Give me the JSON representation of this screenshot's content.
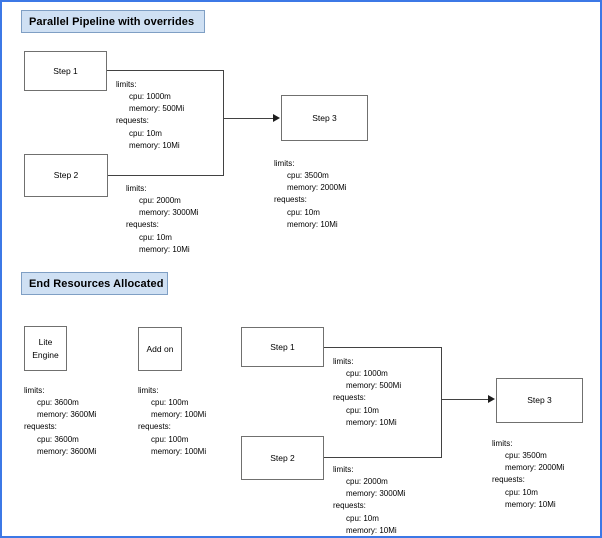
{
  "page": {
    "border_color": "#3c78e6",
    "background": "#ffffff",
    "title_bg": "#cfe0f3",
    "title_border": "#7f9fc4",
    "box_border": "#70706f",
    "edge_color": "#424242"
  },
  "sections": [
    {
      "id": "parallel-pipeline",
      "title": "Parallel Pipeline with  overrides"
    },
    {
      "id": "end-resources",
      "title": "End Resources Allocated"
    }
  ],
  "top": {
    "nodes": [
      {
        "id": "step1",
        "label": "Step 1"
      },
      {
        "id": "step2",
        "label": "Step 2"
      },
      {
        "id": "step3",
        "label": "Step 3"
      }
    ],
    "resources": [
      {
        "id": "top-step1-res",
        "limits_label": "limits:",
        "limits_cpu": "cpu: 1000m",
        "limits_memory": "memory: 500Mi",
        "requests_label": "requests:",
        "requests_cpu": "cpu: 10m",
        "requests_memory": "memory: 10Mi"
      },
      {
        "id": "top-step2-res",
        "limits_label": "limits:",
        "limits_cpu": "cpu: 2000m",
        "limits_memory": "memory: 3000Mi",
        "requests_label": "requests:",
        "requests_cpu": "cpu: 10m",
        "requests_memory": "memory: 10Mi"
      },
      {
        "id": "top-step3-res",
        "limits_label": "limits:",
        "limits_cpu": "cpu: 3500m",
        "limits_memory": "memory: 2000Mi",
        "requests_label": "requests:",
        "requests_cpu": "cpu: 10m",
        "requests_memory": "memory: 10Mi"
      }
    ]
  },
  "bottom": {
    "nodes": [
      {
        "id": "lite-engine",
        "label_line1": "Lite",
        "label_line2": "Engine"
      },
      {
        "id": "add-on",
        "label": "Add on"
      },
      {
        "id": "b-step1",
        "label": "Step 1"
      },
      {
        "id": "b-step2",
        "label": "Step 2"
      },
      {
        "id": "b-step3",
        "label": "Step 3"
      }
    ],
    "resources": [
      {
        "id": "lite-engine-res",
        "limits_label": "limits:",
        "limits_cpu": "cpu: 3600m",
        "limits_memory": "memory: 3600Mi",
        "requests_label": "requests:",
        "requests_cpu": "cpu: 3600m",
        "requests_memory": "memory: 3600Mi"
      },
      {
        "id": "add-on-res",
        "limits_label": "limits:",
        "limits_cpu": "cpu: 100m",
        "limits_memory": "memory: 100Mi",
        "requests_label": "requests:",
        "requests_cpu": "cpu: 100m",
        "requests_memory": "memory: 100Mi"
      },
      {
        "id": "b-step1-res",
        "limits_label": "limits:",
        "limits_cpu": "cpu: 1000m",
        "limits_memory": "memory: 500Mi",
        "requests_label": "requests:",
        "requests_cpu": "cpu: 10m",
        "requests_memory": "memory: 10Mi"
      },
      {
        "id": "b-step2-res",
        "limits_label": "limits:",
        "limits_cpu": "cpu: 2000m",
        "limits_memory": "memory: 3000Mi",
        "requests_label": "requests:",
        "requests_cpu": "cpu: 10m",
        "requests_memory": "memory: 10Mi"
      },
      {
        "id": "b-step3-res",
        "limits_label": "limits:",
        "limits_cpu": "cpu: 3500m",
        "limits_memory": "memory: 2000Mi",
        "requests_label": "requests:",
        "requests_cpu": "cpu: 10m",
        "requests_memory": "memory: 10Mi"
      }
    ]
  }
}
